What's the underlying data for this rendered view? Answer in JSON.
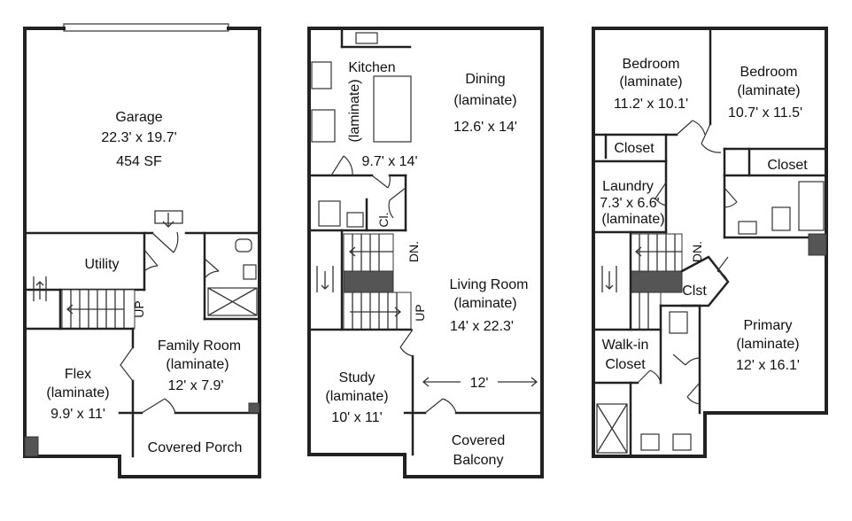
{
  "floor1": {
    "garage": {
      "name": "Garage",
      "dims": "22.3' x 19.7'",
      "area": "454 SF"
    },
    "utility": {
      "name": "Utility"
    },
    "up_label": "UP",
    "family_room": {
      "name": "Family Room",
      "material": "(laminate)",
      "dims": "12' x 7.9'"
    },
    "flex": {
      "name": "Flex",
      "material": "(laminate)",
      "dims": "9.9' x 11'"
    },
    "covered_porch": {
      "name": "Covered Porch"
    }
  },
  "floor2": {
    "kitchen": {
      "name": "Kitchen",
      "material": "(laminate)",
      "dims": "9.7' x 14'"
    },
    "dining": {
      "name": "Dining",
      "material": "(laminate)",
      "dims": "12.6' x 14'"
    },
    "closet_abbrev": "Cl.",
    "dn_label": "DN.",
    "up_label": "UP",
    "living_room": {
      "name": "Living Room",
      "material": "(laminate)",
      "dims": "14' x 22.3'"
    },
    "study": {
      "name": "Study",
      "material": "(laminate)",
      "dims": "10' x 11'"
    },
    "width_label": "12'",
    "covered_balcony": {
      "line1": "Covered",
      "line2": "Balcony"
    }
  },
  "floor3": {
    "bedroom1": {
      "name": "Bedroom",
      "material": "(laminate)",
      "dims": "11.2' x 10.1'"
    },
    "bedroom2": {
      "name": "Bedroom",
      "material": "(laminate)",
      "dims": "10.7' x 11.5'"
    },
    "closet1": "Closet",
    "closet2": "Closet",
    "laundry": {
      "name": "Laundry",
      "dims": "7.3' x 6.6'",
      "material": "(laminate)"
    },
    "dn_label": "DN.",
    "clst": "Clst",
    "primary": {
      "name": "Primary",
      "material": "(laminate)",
      "dims": "12' x 16.1'"
    },
    "walkin": {
      "line1": "Walk-in",
      "line2": "Closet"
    }
  }
}
